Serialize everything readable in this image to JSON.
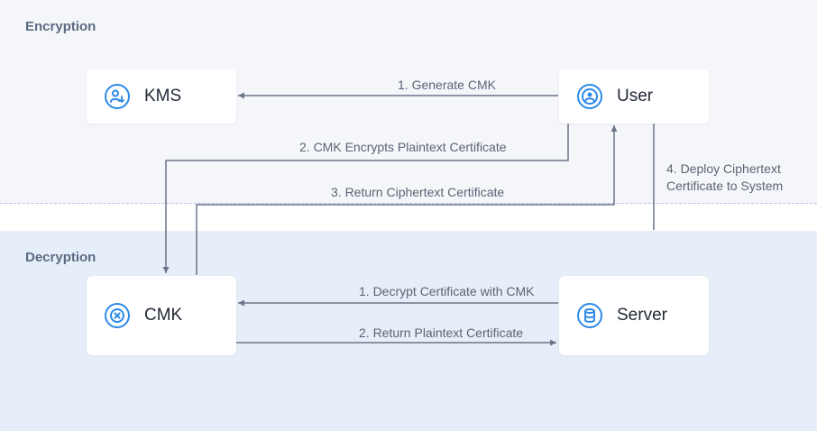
{
  "sections": {
    "encryption": "Encryption",
    "decryption": "Decryption"
  },
  "nodes": {
    "kms": {
      "label": "KMS",
      "icon": "key-user-icon"
    },
    "user": {
      "label": "User",
      "icon": "user-circle-icon"
    },
    "cmk": {
      "label": "CMK",
      "icon": "cmk-circle-x-icon"
    },
    "server": {
      "label": "Server",
      "icon": "database-icon"
    }
  },
  "edges": {
    "generate_cmk": "1. Generate CMK",
    "cmk_encrypts": "2. CMK Encrypts Plaintext Certificate",
    "return_ciphertext": "3. Return Ciphertext Certificate",
    "deploy_line1": "4. Deploy Ciphertext",
    "deploy_line2": "Certificate to System",
    "decrypt_with_cmk": "1. Decrypt Certificate with CMK",
    "return_plaintext": "2. Return Plaintext Certificate"
  },
  "colors": {
    "accent": "#2d8ae8",
    "line": "#6b7588",
    "encryption_band": "#f4f6fa",
    "decryption_band": "#e6eef9",
    "divider": "#b9c0e6"
  }
}
